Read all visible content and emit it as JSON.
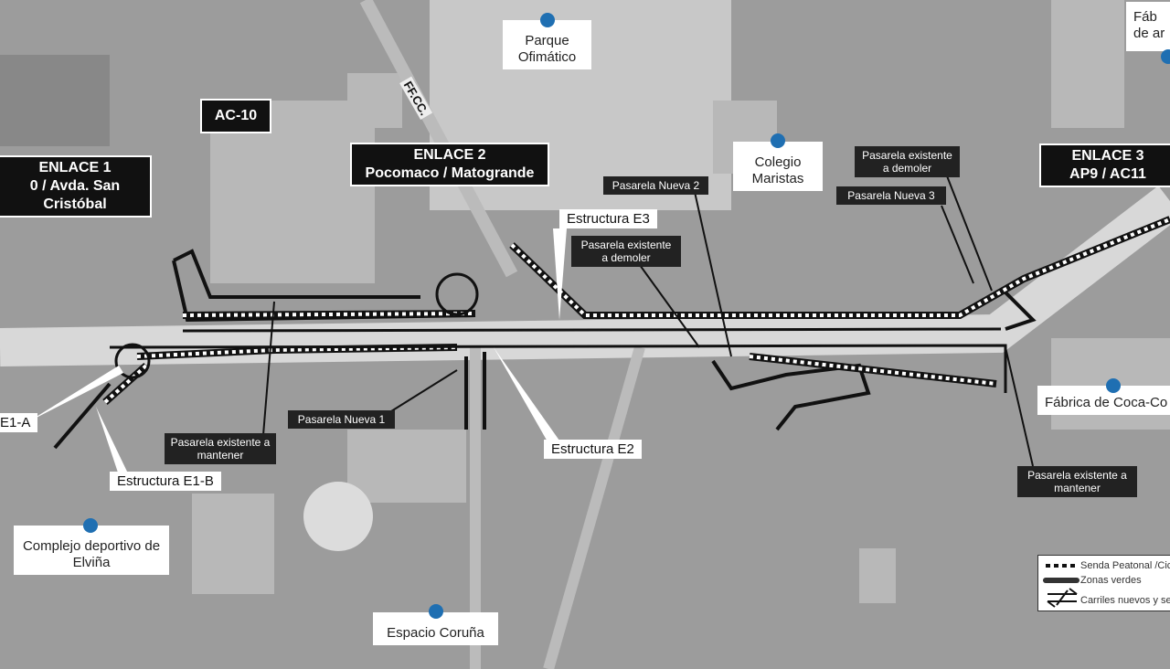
{
  "enlaces": [
    {
      "title": "ENLACE 1",
      "subtitle": "0 / Avda. San Cristóbal"
    },
    {
      "title": "AC-10"
    },
    {
      "title": "ENLACE 2",
      "subtitle": "Pocomaco / Matogrande"
    },
    {
      "title": "ENLACE 3",
      "subtitle": "AP9 / AC11"
    }
  ],
  "pasarelas": {
    "nueva1": "Pasarela Nueva 1",
    "nueva2": "Pasarela Nueva 2",
    "nueva3": "Pasarela Nueva 3",
    "demoler_a": "Pasarela existente a demoler",
    "demoler_b": "Pasarela existente a demoler",
    "mantener_a": "Pasarela existente a mantener",
    "mantener_b": "Pasarela existente a mantener"
  },
  "estructuras": {
    "e3": "Estructura E3",
    "e2": "Estructura E2",
    "e1b": "Estructura E1-B",
    "e1a": "E1-A"
  },
  "places": {
    "parque": "Parque Ofimático",
    "colegio": "Colegio Maristas",
    "fab_ar": "Fáb de ar",
    "coca": "Fábrica de Coca-Co",
    "complejo": "Complejo deportivo de Elviña",
    "espacio": "Espacio Coruña"
  },
  "railway": "FF.CC.",
  "legend": {
    "senda": "Senda Peatonal /Cicl",
    "zonas": "Zonas verdes",
    "carriles": "Carriles nuevos y sen"
  },
  "colors": {
    "marker": "#1f6fb2",
    "label_bg": "#111111"
  }
}
